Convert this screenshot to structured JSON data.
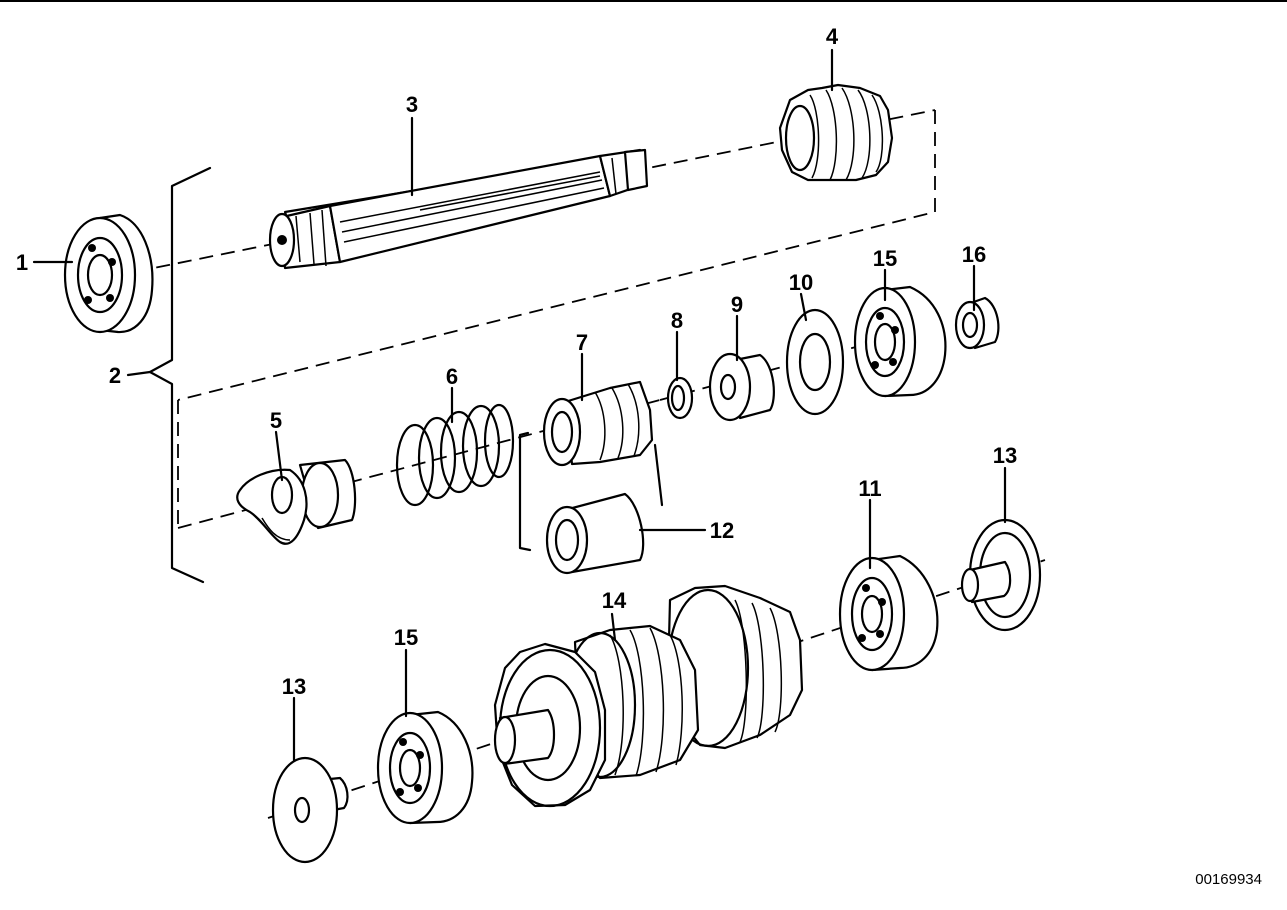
{
  "diagram": {
    "doc_number": "00169934",
    "parts": [
      {
        "label": "1"
      },
      {
        "label": "2"
      },
      {
        "label": "3"
      },
      {
        "label": "4"
      },
      {
        "label": "5"
      },
      {
        "label": "6"
      },
      {
        "label": "7"
      },
      {
        "label": "8"
      },
      {
        "label": "9"
      },
      {
        "label": "10"
      },
      {
        "label": "11"
      },
      {
        "label": "12"
      },
      {
        "label": "13"
      },
      {
        "label": "13"
      },
      {
        "label": "14"
      },
      {
        "label": "15"
      },
      {
        "label": "15"
      },
      {
        "label": "16"
      }
    ]
  }
}
